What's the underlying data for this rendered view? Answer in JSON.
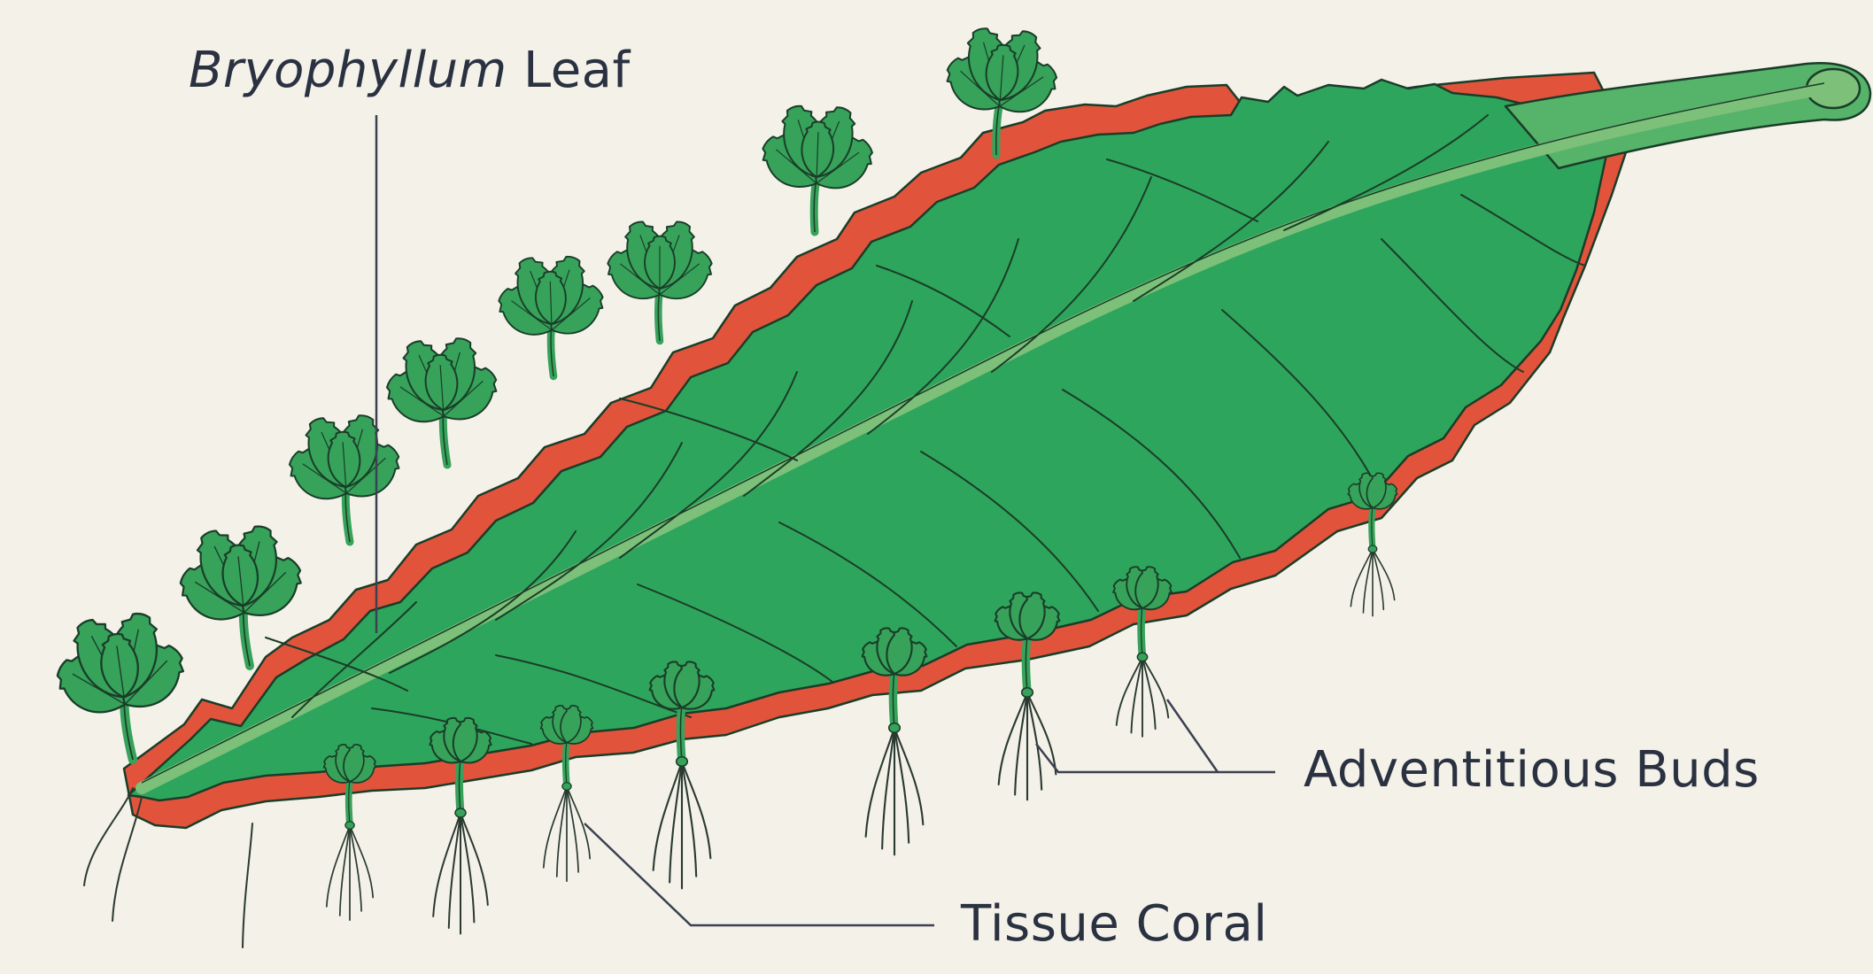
{
  "labels": {
    "leaf_italic": "Bryophyllum",
    "leaf_plain": " Leaf",
    "buds": "Adventitious Buds",
    "coral": "Tissue Coral"
  },
  "colors": {
    "background": "#f4f1e9",
    "leaf_fill": "#2ea55c",
    "leaf_outline": "#1a3d28",
    "margin_red": "#e2533b",
    "midrib": "#7cc07a",
    "plantlet_fill": "#36a25a",
    "root": "#2a3a30",
    "label_text": "#2a3140",
    "leader_line": "#3a4150"
  },
  "icons": {
    "plantlet": "plantlet-icon",
    "sprout": "sprout-icon"
  }
}
